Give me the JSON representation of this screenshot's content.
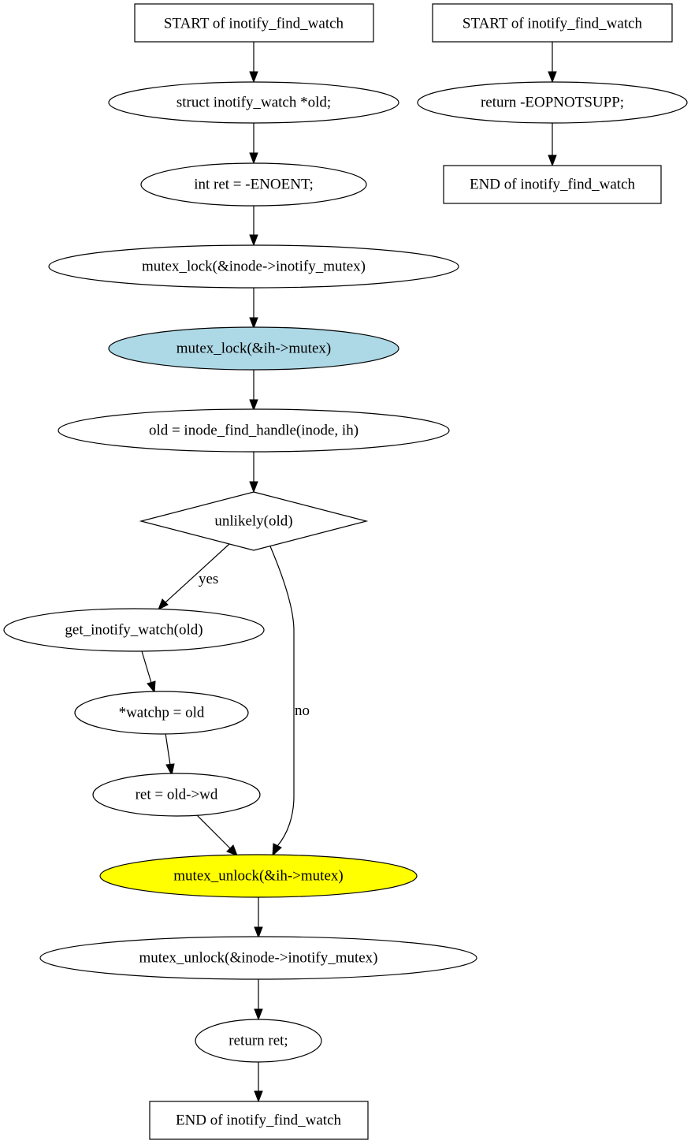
{
  "diagram": {
    "nodes": {
      "start_main": "START of inotify_find_watch",
      "decl_old": "struct inotify_watch *old;",
      "decl_ret": "int ret = -ENOENT;",
      "lock_inode": "mutex_lock(&inode->inotify_mutex)",
      "lock_ih": "mutex_lock(&ih->mutex)",
      "find_handle": "old = inode_find_handle(inode, ih)",
      "cond_unlikely": "unlikely(old)",
      "get_watch": "get_inotify_watch(old)",
      "assign_watchp": "*watchp = old",
      "assign_ret": "ret = old->wd",
      "unlock_ih": "mutex_unlock(&ih->mutex)",
      "unlock_inode": "mutex_unlock(&inode->inotify_mutex)",
      "return_ret": "return ret;",
      "end_main": "END of inotify_find_watch",
      "start_alt": "START of inotify_find_watch",
      "return_eop": "return -EOPNOTSUPP;",
      "end_alt": "END of inotify_find_watch"
    },
    "edges": {
      "yes": "yes",
      "no": "no"
    },
    "colors": {
      "highlight_lock": "#add8e6",
      "highlight_unlock": "#ffff00",
      "default_fill": "#ffffff",
      "stroke": "#000000"
    }
  }
}
